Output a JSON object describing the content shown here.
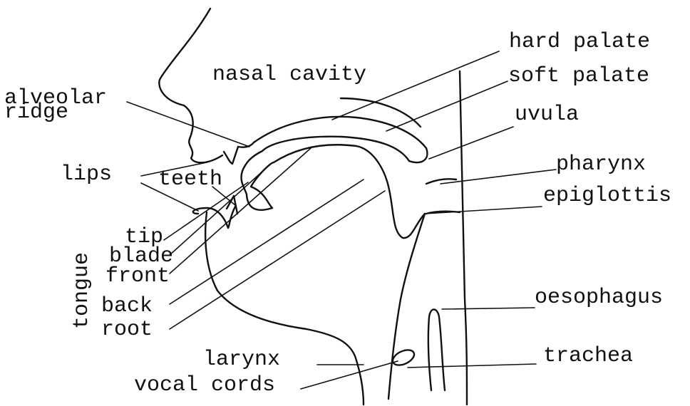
{
  "labels": {
    "hard_palate": "hard palate",
    "nasal_cavity": "nasal cavity",
    "soft_palate": "soft palate",
    "alveolar": "alveolar",
    "ridge": "ridge",
    "uvula": "uvula",
    "pharynx": "pharynx",
    "lips": "lips",
    "teeth": "teeth",
    "epiglottis": "epiglottis",
    "tip": "tip",
    "blade": "blade",
    "front": "front",
    "back": "back",
    "root": "root",
    "tongue": "tongue",
    "oesophagus": "oesophagus",
    "larynx": "larynx",
    "trachea": "trachea",
    "vocal_cords": "vocal cords"
  }
}
